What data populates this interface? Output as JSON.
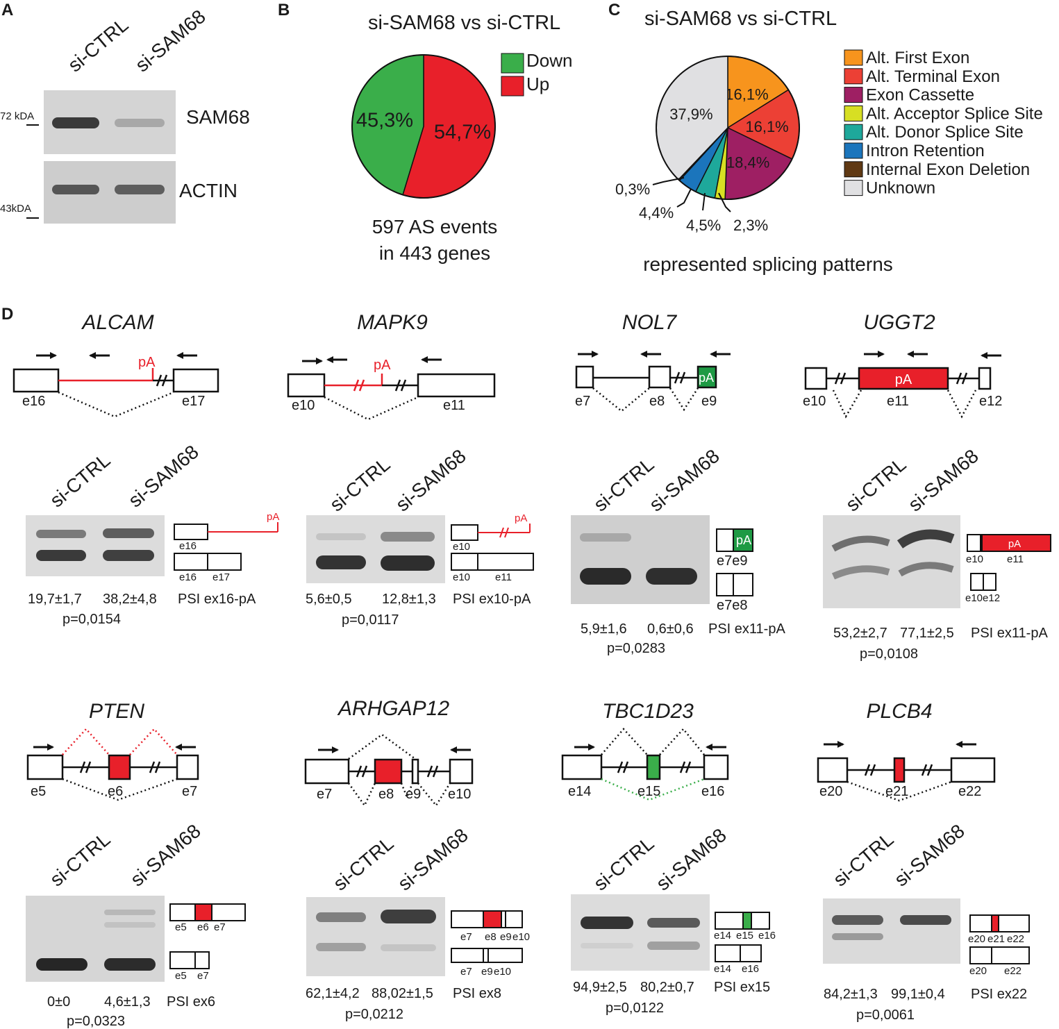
{
  "panels": {
    "a": {
      "letter": "A",
      "lanes": [
        "si-CTRL",
        "si-SAM68"
      ],
      "markers": [
        "72 kDA",
        "43kDA"
      ],
      "blots": [
        "SAM68",
        "ACTIN"
      ]
    },
    "b": {
      "letter": "B",
      "title": "si-SAM68 vs si-CTRL",
      "caption": [
        "597 AS events",
        "in 443 genes"
      ],
      "chart_data": {
        "type": "pie",
        "title": "si-SAM68 vs si-CTRL",
        "slices": [
          {
            "name": "Up",
            "value": 54.7,
            "label": "54,7%",
            "color": "#e8202a"
          },
          {
            "name": "Down",
            "value": 45.3,
            "label": "45,3%",
            "color": "#3aae4a"
          }
        ],
        "legend_position": "right"
      }
    },
    "c": {
      "letter": "C",
      "title": "si-SAM68 vs si-CTRL",
      "caption": "represented splicing patterns",
      "chart_data": {
        "type": "pie",
        "title": "si-SAM68 vs si-CTRL",
        "slices": [
          {
            "name": "Alt. First Exon",
            "value": 16.1,
            "label": "16,1%",
            "color": "#f7941d"
          },
          {
            "name": "Alt. Terminal Exon",
            "value": 16.1,
            "label": "16,1%",
            "color": "#ec4035"
          },
          {
            "name": "Exon Cassette",
            "value": 18.4,
            "label": "18,4%",
            "color": "#9e1f63"
          },
          {
            "name": "Alt. Acceptor Splice Site",
            "value": 2.3,
            "label": "2,3%",
            "color": "#d7df23"
          },
          {
            "name": "Alt. Donor Splice Site",
            "value": 4.5,
            "label": "4,5%",
            "color": "#1ea89b"
          },
          {
            "name": "Intron Retention",
            "value": 4.4,
            "label": "4,4%",
            "color": "#1b75bc"
          },
          {
            "name": "Internal Exon Deletion",
            "value": 0.3,
            "label": "0,3%",
            "color": "#603913"
          },
          {
            "name": "Unknown",
            "value": 37.9,
            "label": "37,9%",
            "color": "#e0e0e2"
          }
        ],
        "legend_position": "right"
      }
    },
    "d": {
      "letter": "D",
      "lane_labels": [
        "si-CTRL",
        "si-SAM68"
      ],
      "genes": [
        {
          "name": "ALCAM",
          "exons": [
            "e16",
            "e17"
          ],
          "pa": "pA",
          "psi": [
            "19,7±1,7",
            "38,2±4,8",
            "PSI ex16-pA"
          ],
          "p": "p=0,0154",
          "products": [
            [
              "e16",
              "pA"
            ],
            [
              "e16",
              "e17"
            ]
          ]
        },
        {
          "name": "MAPK9",
          "exons": [
            "e10",
            "e11"
          ],
          "pa": "pA",
          "psi": [
            "5,6±0,5",
            "12,8±1,3",
            "PSI ex10-pA"
          ],
          "p": "p=0,0117",
          "products": [
            [
              "e10",
              "pA"
            ],
            [
              "e10",
              "e11"
            ]
          ]
        },
        {
          "name": "NOL7",
          "exons": [
            "e7",
            "e8",
            "e9"
          ],
          "pa": "pA",
          "psi": [
            "5,9±1,6",
            "0,6±0,6",
            "PSI ex11-pA"
          ],
          "p": "p=0,0283",
          "products": [
            [
              "e7e9",
              "pA"
            ],
            [
              "e7e8"
            ]
          ]
        },
        {
          "name": "UGGT2",
          "exons": [
            "e10",
            "e11",
            "e12"
          ],
          "pa": "pA",
          "psi": [
            "53,2±2,7",
            "77,1±2,5",
            "PSI ex11-pA"
          ],
          "p": "p=0,0108",
          "products": [
            [
              "e10",
              "e11",
              "pA"
            ],
            [
              "e10e12"
            ]
          ]
        },
        {
          "name": "PTEN",
          "exons": [
            "e5",
            "e6",
            "e7"
          ],
          "psi": [
            "0±0",
            "4,6±1,3",
            "PSI ex6"
          ],
          "p": "p=0,0323",
          "products": [
            [
              "e5",
              "e6",
              "e7"
            ],
            [
              "e5",
              "e7"
            ]
          ]
        },
        {
          "name": "ARHGAP12",
          "exons": [
            "e7",
            "e8",
            "e9",
            "e10"
          ],
          "psi": [
            "62,1±4,2",
            "88,02±1,5",
            "PSI ex8"
          ],
          "p": "p=0,0212",
          "products": [
            [
              "e7",
              "e8",
              "e9",
              "e10"
            ],
            [
              "e7",
              "e9",
              "e10"
            ]
          ]
        },
        {
          "name": "TBC1D23",
          "exons": [
            "e14",
            "e15",
            "e16"
          ],
          "psi": [
            "94,9±2,5",
            "80,2±0,7",
            "PSI ex15"
          ],
          "p": "p=0,0122",
          "products": [
            [
              "e14",
              "e15",
              "e16"
            ],
            [
              "e14",
              "e16"
            ]
          ]
        },
        {
          "name": "PLCB4",
          "exons": [
            "e20",
            "e21",
            "e22"
          ],
          "psi": [
            "84,2±1,3",
            "99,1±0,4",
            "PSI ex22"
          ],
          "p": "p=0,0061",
          "products": [
            [
              "e20",
              "e21",
              "e22"
            ],
            [
              "e20",
              "e22"
            ]
          ]
        }
      ]
    }
  }
}
